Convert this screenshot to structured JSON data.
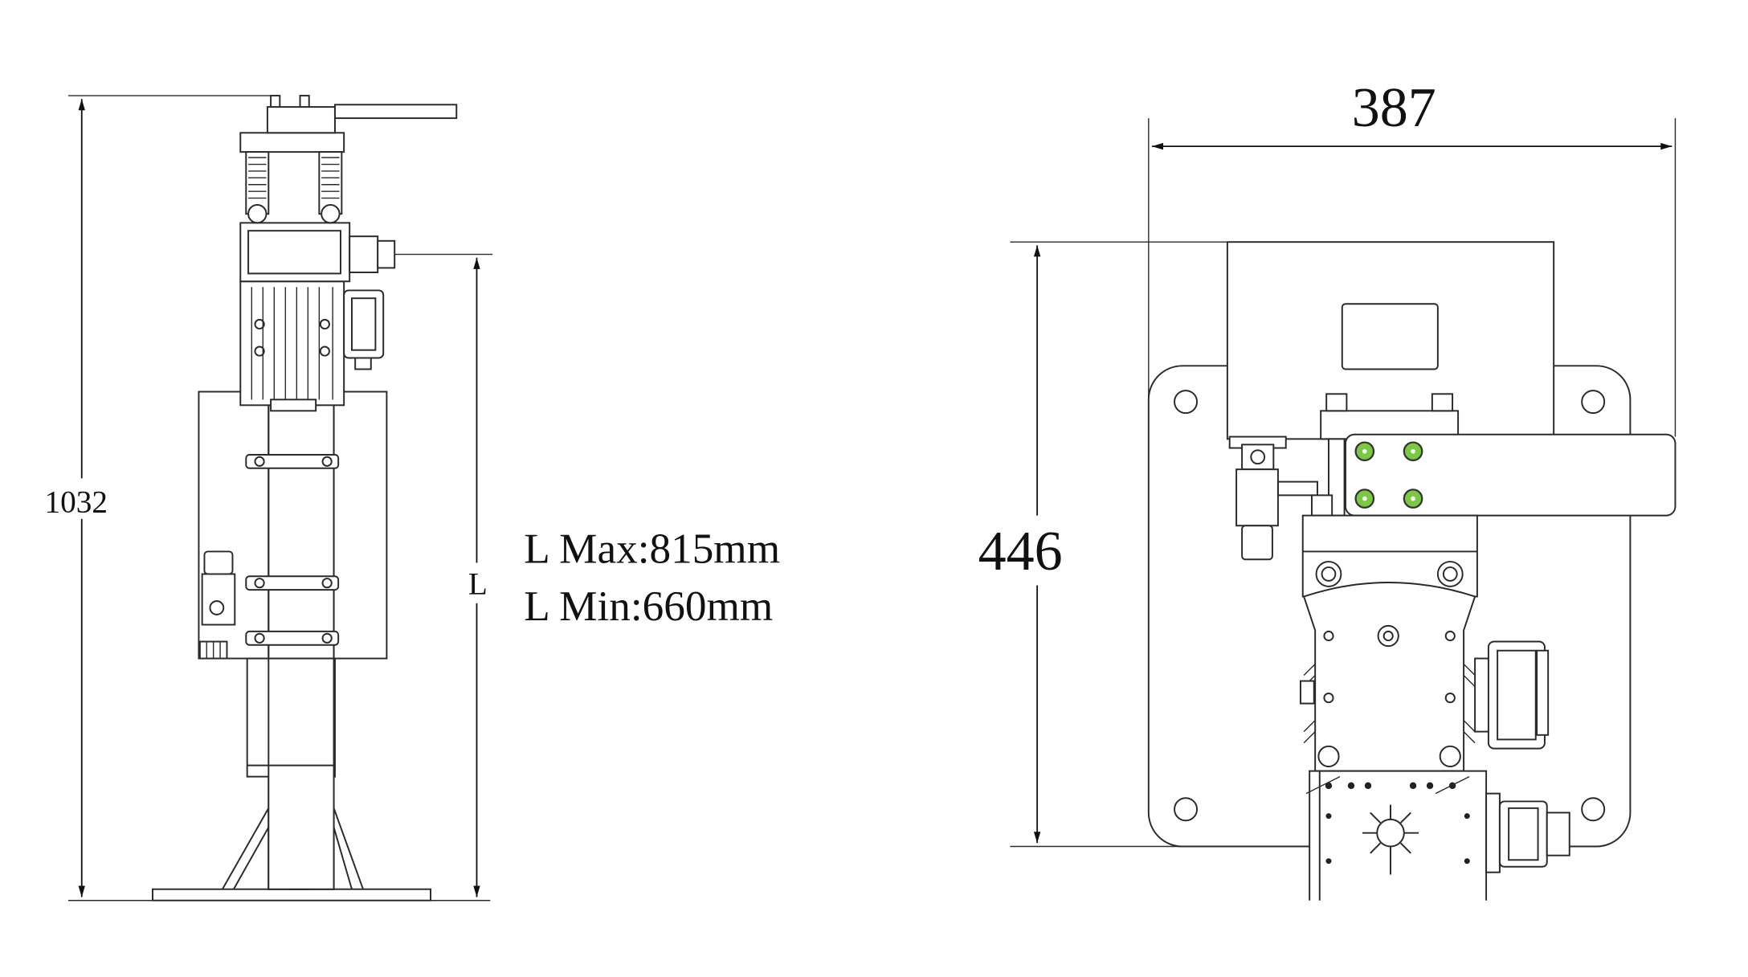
{
  "side_view": {
    "height_dim": "1032",
    "stroke_dim": "L",
    "stroke_max": "L Max:815mm",
    "stroke_min": "L Min:660mm"
  },
  "top_view": {
    "width_dim": "387",
    "depth_dim": "446"
  },
  "colors": {
    "line": "#2a2a2a",
    "bolt_accent": "#7ac943"
  }
}
